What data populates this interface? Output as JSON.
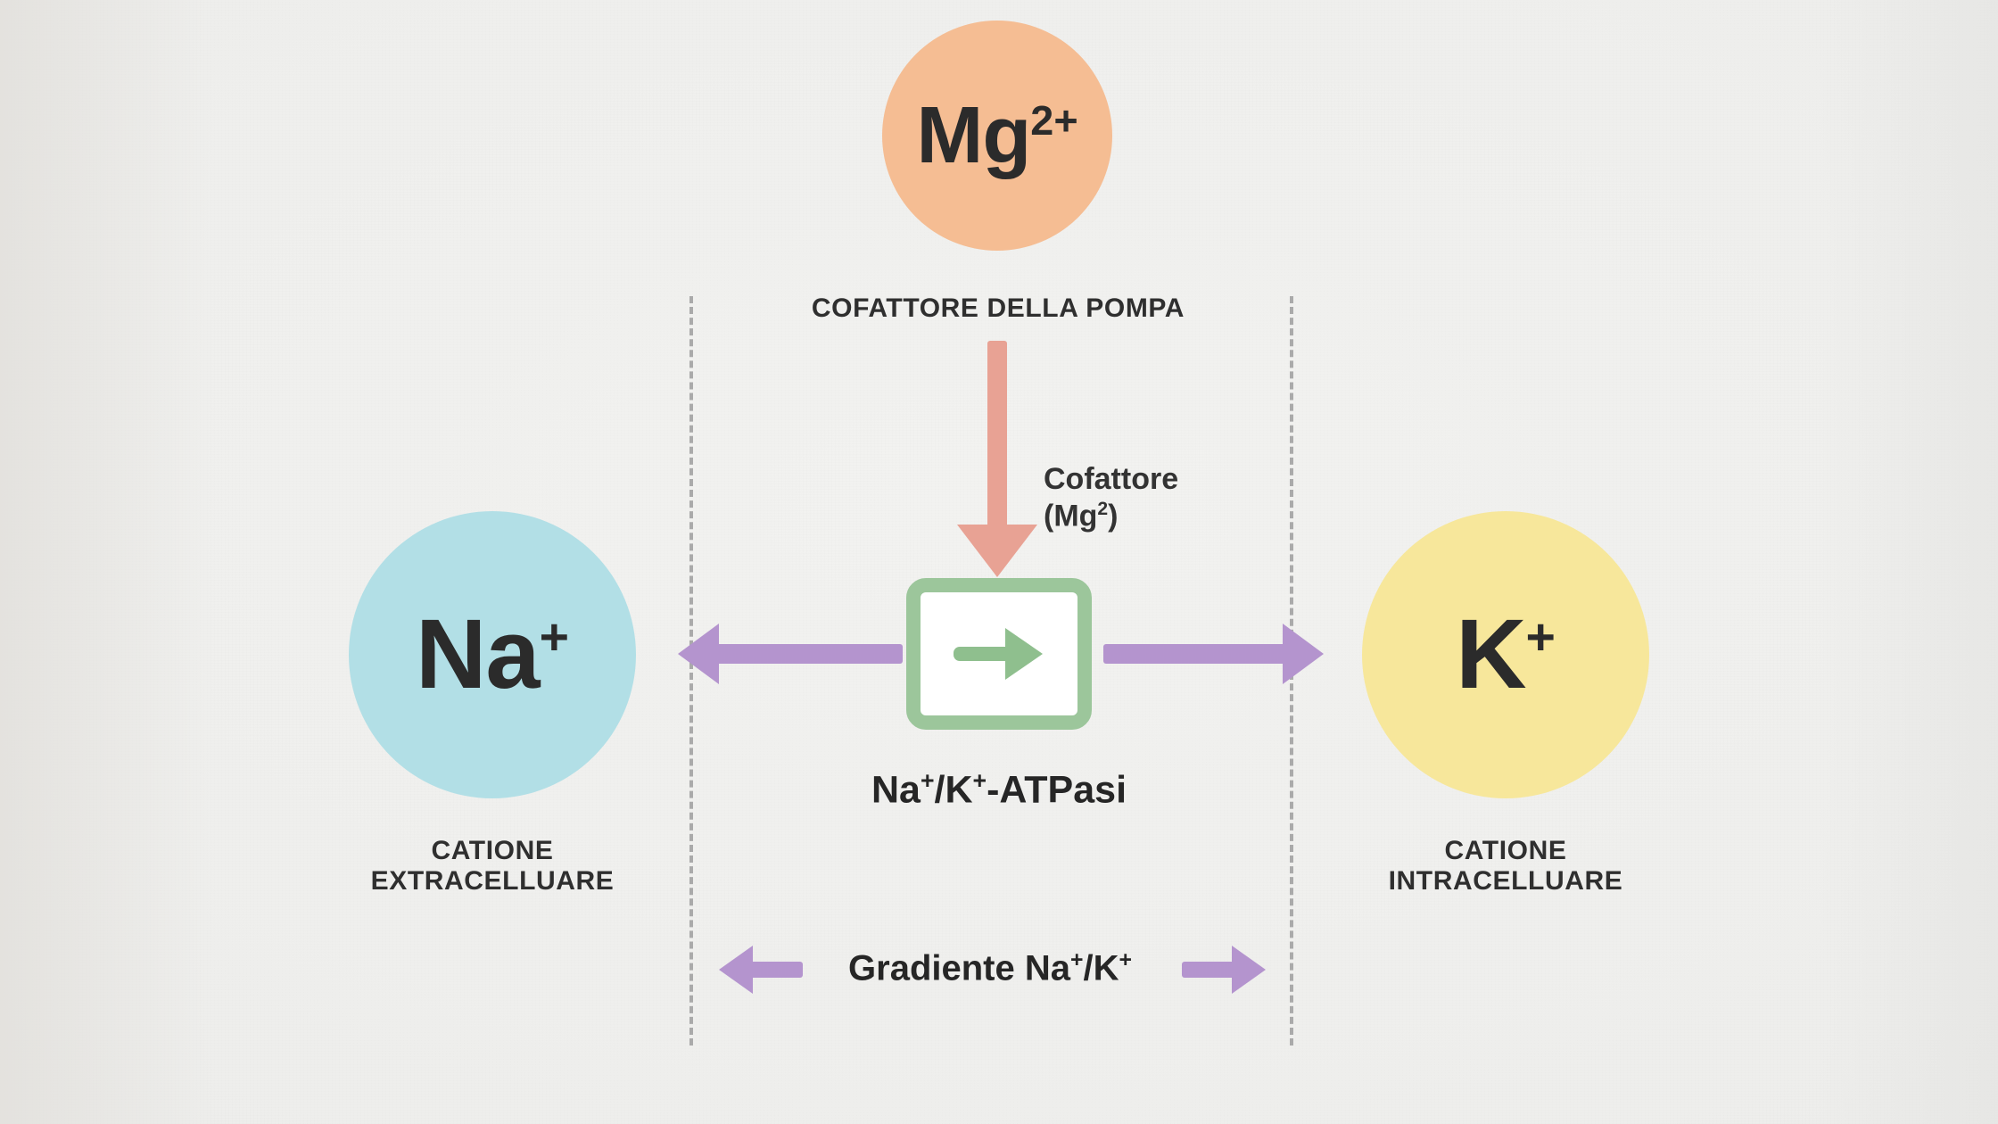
{
  "diagram": {
    "title_text": "COFATTORE DELLA POMPA",
    "background_color": "#eeeeec",
    "nodes": {
      "cofactor": {
        "symbol": "Mg",
        "charge": "2+",
        "circle_color": "#f5bd93",
        "caption": "COFATTORE DELLA POMPA"
      },
      "sodium": {
        "symbol": "Na",
        "charge": "+",
        "circle_color": "#b2dfe6",
        "caption": "CATIONE\nEXTRACELLUARE"
      },
      "potassium": {
        "symbol": "K",
        "charge": "+",
        "circle_color": "#f7e79b",
        "caption": "CATIONE\nINTRACELLUARE"
      }
    },
    "pump": {
      "caption_prefix": "Na",
      "caption_charge1": "+",
      "caption_mid": "/K",
      "caption_charge2": "+",
      "caption_suffix": "-ATPasi",
      "caption_full": "Na+/K+-ATPasi",
      "border_color": "#9cc69b",
      "fill_color": "#ffffff",
      "inner_arrow_color": "#8fbf8e",
      "inner_arrow_direction": "right"
    },
    "annotations": {
      "cofactor_arrow_label_line1": "Cofattore",
      "cofactor_arrow_label_line2_prefix": "(Mg",
      "cofactor_arrow_label_line2_sup": "2",
      "cofactor_arrow_label_line2_suffix": ")",
      "cofactor_arrow_color": "#e8a294",
      "gradient_label_prefix": "Gradiente Na",
      "gradient_label_sup1": "+",
      "gradient_label_mid": "/K",
      "gradient_label_sup2": "+",
      "gradient_label_full": "Gradiente Na+/K+",
      "transport_arrow_color": "#b494ce",
      "membrane_line_color": "#aaaaaa",
      "membrane_line_style": "dashed"
    }
  }
}
